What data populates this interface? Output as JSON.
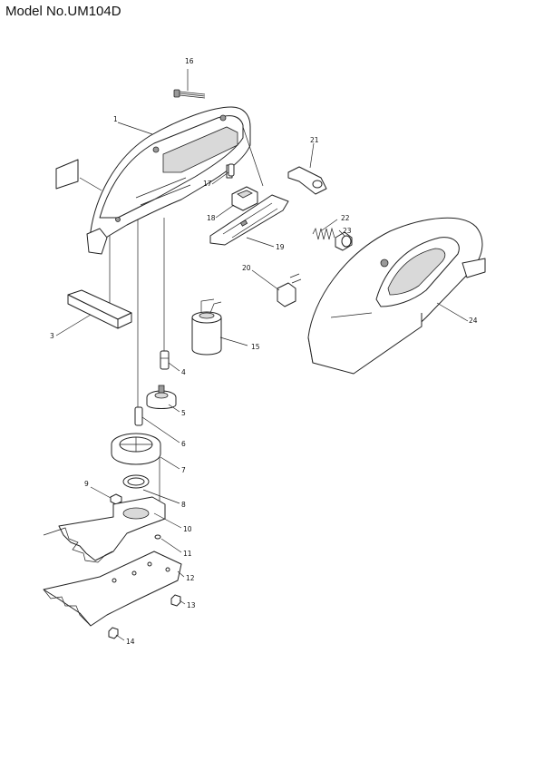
{
  "header": {
    "model": "Model No.UM104D"
  },
  "parts": [
    {
      "num": "1"
    },
    {
      "num": "3"
    },
    {
      "num": "4"
    },
    {
      "num": "5"
    },
    {
      "num": "6"
    },
    {
      "num": "7"
    },
    {
      "num": "8"
    },
    {
      "num": "9"
    },
    {
      "num": "10"
    },
    {
      "num": "11"
    },
    {
      "num": "12"
    },
    {
      "num": "13"
    },
    {
      "num": "14"
    },
    {
      "num": "15"
    },
    {
      "num": "16"
    },
    {
      "num": "17"
    },
    {
      "num": "18"
    },
    {
      "num": "19"
    },
    {
      "num": "20"
    },
    {
      "num": "21"
    },
    {
      "num": "22"
    },
    {
      "num": "23"
    },
    {
      "num": "24"
    }
  ]
}
